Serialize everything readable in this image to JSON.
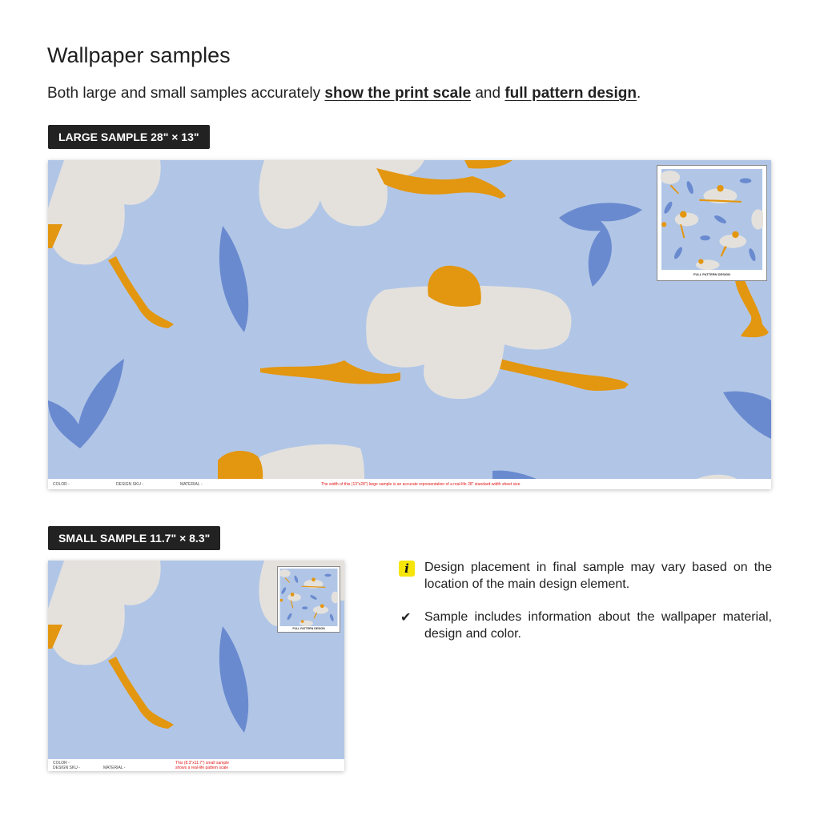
{
  "header": {
    "title": "Wallpaper samples",
    "subtitle_prefix": "Both large and small samples accurately ",
    "link_print_scale": "show the print scale",
    "subtitle_and": " and ",
    "link_full_pattern": "full pattern design",
    "subtitle_suffix": "."
  },
  "large_sample": {
    "badge": "LARGE SAMPLE 28\" × 13\"",
    "thumb_caption": "FULL PATTERN DESIGN",
    "footer": {
      "color": "COLOR -",
      "sku": "DESIGN SKU -",
      "material": "MATERIAL -",
      "note": "The width of this (13\"x28\") large sample is an accurate representation of a real-life 28\" standard-width sheet size"
    }
  },
  "small_sample": {
    "badge": "SMALL SAMPLE 11.7\" × 8.3\"",
    "thumb_caption": "FULL PATTERN DESIGN",
    "footer": {
      "color": "COLOR -",
      "sku": "DESIGN SKU -",
      "material": "MATERIAL -",
      "note_line1": "This (8.3\"x11.7\") small sample",
      "note_line2": "shows a real-life pattern scale"
    }
  },
  "notes": [
    {
      "icon": "info-icon",
      "text": "Design placement in final sample may vary based on the location of the main design element."
    },
    {
      "icon": "check-icon",
      "text": "Sample includes information about the wallpaper material, design and color."
    }
  ],
  "colors": {
    "background": "#b1c6e6",
    "petal": "#e4e1dd",
    "orange": "#e3960f",
    "leaf": "#6a8ad0"
  }
}
